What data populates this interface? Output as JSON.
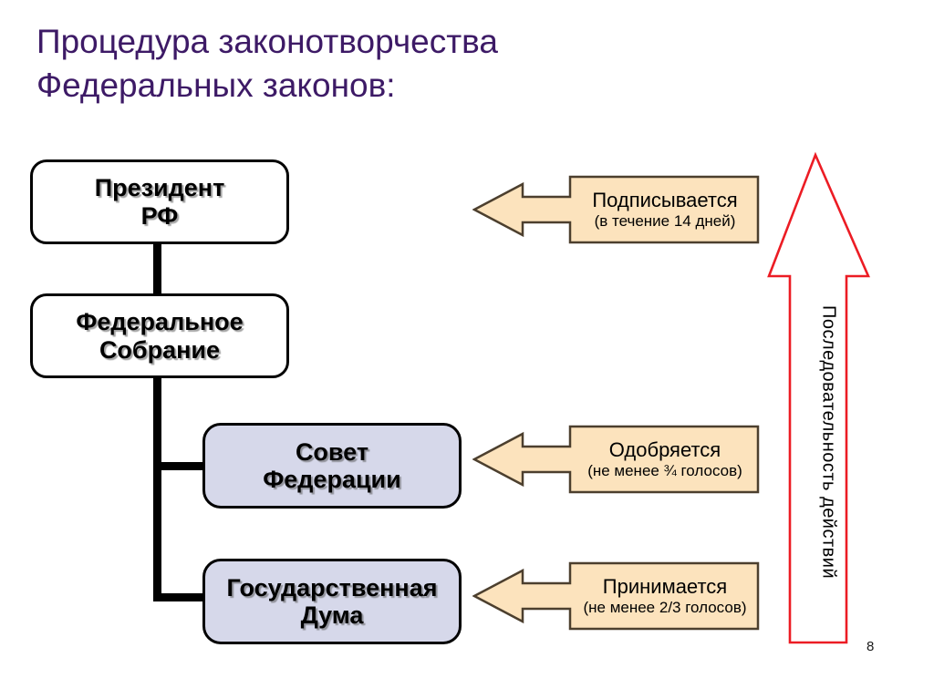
{
  "slide": {
    "title": "Процедура законотворчества\nФедеральных законов:",
    "title_color": "#3d1a66",
    "page_number": "8",
    "background": "#ffffff"
  },
  "tree": {
    "nodes": [
      {
        "id": "president",
        "label": "Президент\nРФ",
        "fill": "#ffffff",
        "border": "#000000"
      },
      {
        "id": "assembly",
        "label": "Федеральное\nСобрание",
        "fill": "#ffffff",
        "border": "#000000"
      },
      {
        "id": "council",
        "label": "Совет\nФедерации",
        "fill": "#d6d8ea",
        "border": "#000000"
      },
      {
        "id": "duma",
        "label": "Государственная\nДума",
        "fill": "#d6d8ea",
        "border": "#000000"
      }
    ],
    "connector_color": "#000000"
  },
  "callouts": [
    {
      "id": "sign",
      "line1": "Подписывается",
      "line2": "(в течение 14 дней)",
      "fill": "#fce3bd",
      "border": "#4c3f2e",
      "points_to": "president"
    },
    {
      "id": "approve",
      "line1": "Одобряется",
      "line2": "(не менее ¾ голосов)",
      "fill": "#fce3bd",
      "border": "#4c3f2e",
      "points_to": "council"
    },
    {
      "id": "adopt",
      "line1": "Принимается",
      "line2": "(не менее 2/3 голосов)",
      "fill": "#fce3bd",
      "border": "#4c3f2e",
      "points_to": "duma"
    }
  ],
  "sequence_arrow": {
    "label": "Последовательность действий",
    "color": "#ec1c24",
    "direction": "up"
  }
}
